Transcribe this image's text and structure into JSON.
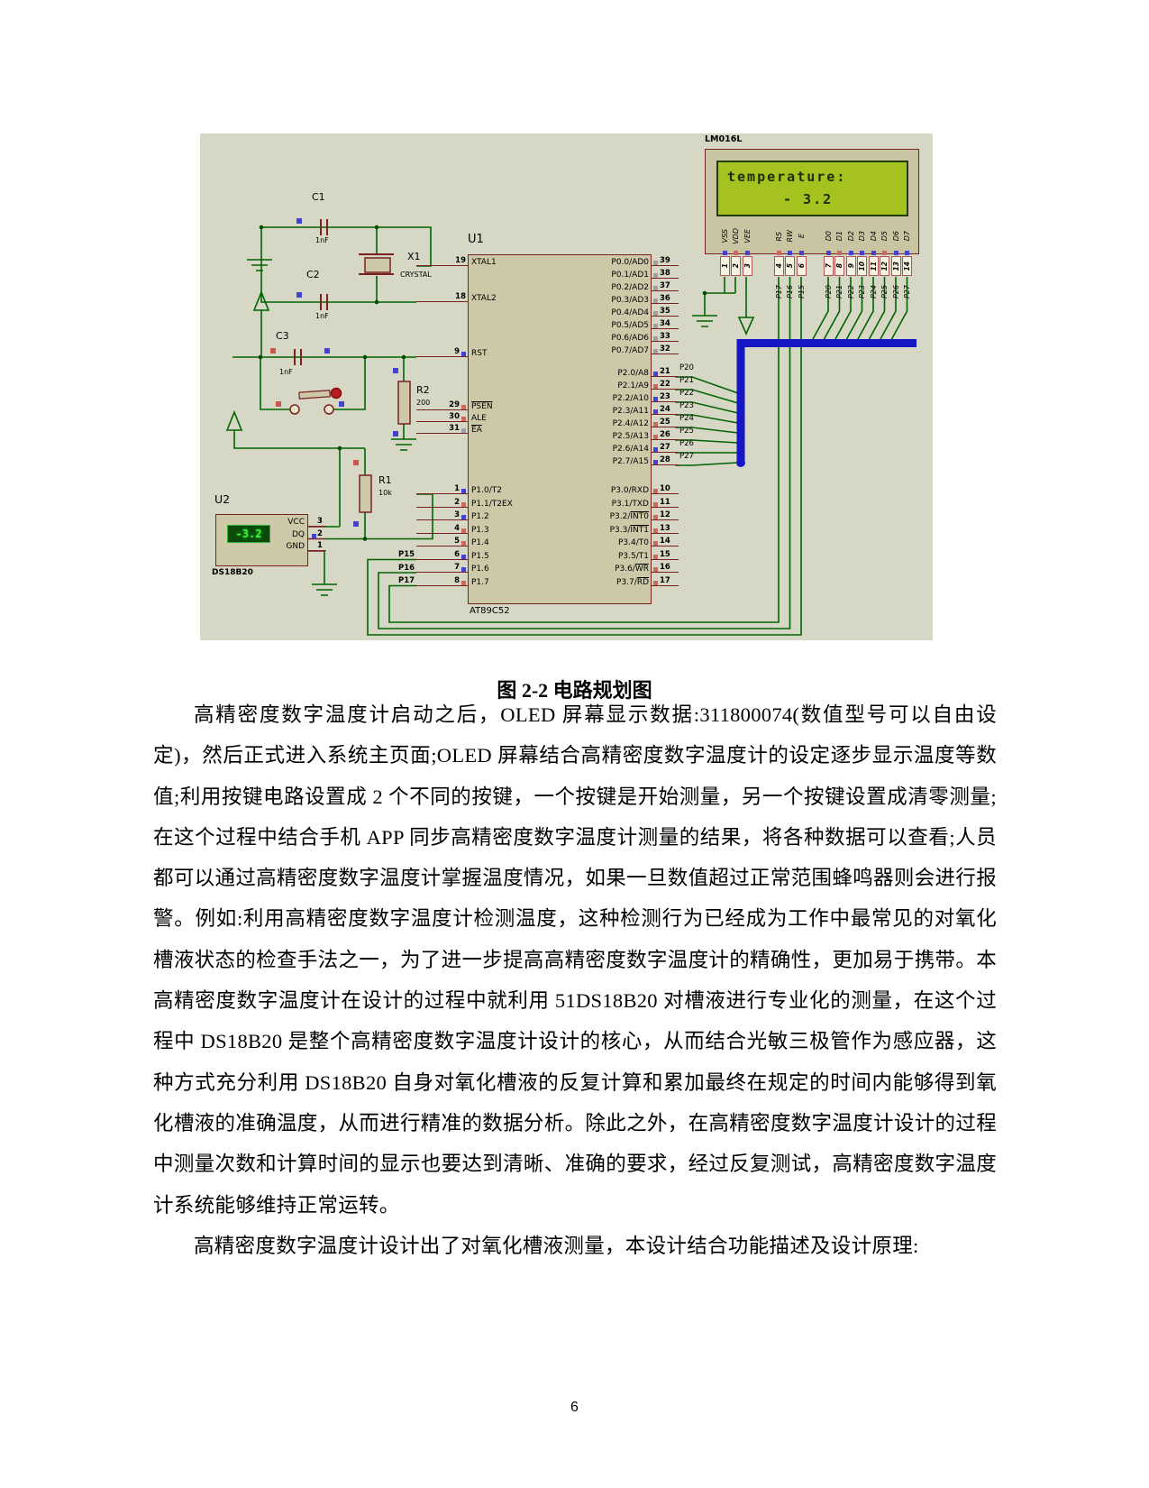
{
  "figure": {
    "caption": "图 2-2 电路规划图",
    "mcu": {
      "ref": "U1",
      "part": "AT89C52",
      "xtal1": {
        "num": "19",
        "name": "XTAL1"
      },
      "xtal2": {
        "num": "18",
        "name": "XTAL2"
      },
      "rst": {
        "num": "9",
        "name": "RST",
        "c": "#4343cf"
      },
      "ctrl_pins": [
        {
          "num": "29",
          "pre": "",
          "ol": "PSEN",
          "c": "#c96a5f"
        },
        {
          "num": "30",
          "pre": "ALE",
          "ol": "",
          "c": "#c96a5f"
        },
        {
          "num": "31",
          "pre": "",
          "ol": "EA",
          "c": "#9f9f9f"
        }
      ],
      "p1_pins": [
        {
          "num": "1",
          "name": "P1.0/T2",
          "c": "#4343cf"
        },
        {
          "num": "2",
          "name": "P1.1/T2EX",
          "c": "#c96a5f"
        },
        {
          "num": "3",
          "name": "P1.2",
          "c": "#4343cf"
        },
        {
          "num": "4",
          "name": "P1.3",
          "c": "#c96a5f"
        },
        {
          "num": "5",
          "name": "P1.4",
          "c": "#c96a5f"
        },
        {
          "num": "6",
          "name": "P1.5",
          "c": "#4343cf"
        },
        {
          "num": "7",
          "name": "P1.6",
          "c": "#4343cf"
        },
        {
          "num": "8",
          "name": "P1.7",
          "c": "#c96a5f"
        }
      ],
      "p0_pins": [
        {
          "num": "39",
          "name": "P0.0/AD0",
          "c": "#9f9f9f"
        },
        {
          "num": "38",
          "name": "P0.1/AD1",
          "c": "#9f9f9f"
        },
        {
          "num": "37",
          "name": "P0.2/AD2",
          "c": "#9f9f9f"
        },
        {
          "num": "36",
          "name": "P0.3/AD3",
          "c": "#9f9f9f"
        },
        {
          "num": "35",
          "name": "P0.4/AD4",
          "c": "#9f9f9f"
        },
        {
          "num": "34",
          "name": "P0.5/AD5",
          "c": "#9f9f9f"
        },
        {
          "num": "33",
          "name": "P0.6/AD6",
          "c": "#9f9f9f"
        },
        {
          "num": "32",
          "name": "P0.7/AD7",
          "c": "#9f9f9f"
        }
      ],
      "p2_pins": [
        {
          "num": "21",
          "name": "P2.0/A8",
          "label": "P20",
          "c": "#4343cf"
        },
        {
          "num": "22",
          "name": "P2.1/A9",
          "label": "P21",
          "c": "#c96a5f"
        },
        {
          "num": "23",
          "name": "P2.2/A10",
          "label": "P22",
          "c": "#4343cf"
        },
        {
          "num": "24",
          "name": "P2.3/A11",
          "label": "P23",
          "c": "#4343cf"
        },
        {
          "num": "25",
          "name": "P2.4/A12",
          "label": "P24",
          "c": "#c96a5f"
        },
        {
          "num": "26",
          "name": "P2.5/A13",
          "label": "P25",
          "c": "#c96a5f"
        },
        {
          "num": "27",
          "name": "P2.6/A14",
          "label": "P26",
          "c": "#4343cf"
        },
        {
          "num": "28",
          "name": "P2.7/A15",
          "label": "P27",
          "c": "#4343cf"
        }
      ],
      "p3_pins": [
        {
          "num": "10",
          "pre": "P3.0/RXD",
          "ol": "",
          "c": "#c96a5f"
        },
        {
          "num": "11",
          "pre": "P3.1/TXD",
          "ol": "",
          "c": "#c96a5f"
        },
        {
          "num": "12",
          "pre": "P3.2/",
          "ol": "INT0",
          "c": "#c96a5f"
        },
        {
          "num": "13",
          "pre": "P3.3/",
          "ol": "INT1",
          "c": "#c96a5f"
        },
        {
          "num": "14",
          "pre": "P3.4/T0",
          "ol": "",
          "c": "#c96a5f"
        },
        {
          "num": "15",
          "pre": "P3.5/T1",
          "ol": "",
          "c": "#c96a5f"
        },
        {
          "num": "16",
          "pre": "P3.6/",
          "ol": "WR",
          "c": "#c96a5f"
        },
        {
          "num": "17",
          "pre": "P3.7/",
          "ol": "RD",
          "c": "#c96a5f"
        }
      ],
      "p1_wire_labels": [
        "P15",
        "P16",
        "P17"
      ]
    },
    "lcd": {
      "ref": "LM016L",
      "line1": "temperature:",
      "line2": "- 3.2",
      "pins_a": [
        {
          "name": "VSS",
          "num": "1",
          "c": "#4343cf"
        },
        {
          "name": "VDD",
          "num": "2",
          "c": "#c96a5f"
        },
        {
          "name": "VEE",
          "num": "3",
          "c": "#4343cf"
        }
      ],
      "pins_b": [
        {
          "name": "RS",
          "num": "4",
          "c": "#c96a5f"
        },
        {
          "name": "RW",
          "num": "5",
          "c": "#4343cf"
        },
        {
          "name": "E",
          "num": "6",
          "c": "#4343cf"
        }
      ],
      "pins_c": [
        {
          "name": "D0",
          "num": "7",
          "c": "#4343cf"
        },
        {
          "name": "D1",
          "num": "8",
          "c": "#c96a5f"
        },
        {
          "name": "D2",
          "num": "9",
          "c": "#4343cf"
        },
        {
          "name": "D3",
          "num": "10",
          "c": "#4343cf"
        },
        {
          "name": "D4",
          "num": "11",
          "c": "#4343cf"
        },
        {
          "name": "D5",
          "num": "12",
          "c": "#c96a5f"
        },
        {
          "name": "D6",
          "num": "13",
          "c": "#4343cf"
        },
        {
          "name": "D7",
          "num": "14",
          "c": "#4343cf"
        }
      ],
      "wire_labels_rs": [
        "P17",
        "P16",
        "P15"
      ],
      "wire_labels_d": [
        "P20",
        "P21",
        "P22",
        "P23",
        "P24",
        "P25",
        "P26",
        "P27"
      ]
    },
    "components": {
      "c1": {
        "ref": "C1",
        "value": "1nF"
      },
      "c2": {
        "ref": "C2",
        "value": "1nF"
      },
      "c3": {
        "ref": "C3",
        "value": "1nF"
      },
      "x1": {
        "ref": "X1",
        "value": "CRYSTAL"
      },
      "r1": {
        "ref": "R1",
        "value": "10k"
      },
      "r2": {
        "ref": "R2",
        "value": "200"
      },
      "u2": {
        "ref": "U2",
        "part": "DS18B20",
        "display": "-3.2",
        "pins": [
          {
            "name": "VCC",
            "num": "3",
            "c": ""
          },
          {
            "name": "DQ",
            "num": "2",
            "c": "#4343cf"
          },
          {
            "name": "GND",
            "num": "1",
            "c": ""
          }
        ]
      }
    }
  },
  "body": {
    "paragraphs": [
      "高精密度数字温度计启动之后，OLED 屏幕显示数据:311800074(数值型号可以自由设定)，然后正式进入系统主页面;OLED 屏幕结合高精密度数字温度计的设定逐步显示温度等数值;利用按键电路设置成 2 个不同的按键，一个按键是开始测量，另一个按键设置成清零测量;在这个过程中结合手机 APP 同步高精密度数字温度计测量的结果，将各种数据可以查看;人员都可以通过高精密度数字温度计掌握温度情况，如果一旦数值超过正常范围蜂鸣器则会进行报警。例如:利用高精密度数字温度计检测温度，这种检测行为已经成为工作中最常见的对氧化槽液状态的检查手法之一，为了进一步提高高精密度数字温度计的精确性，更加易于携带。本高精密度数字温度计在设计的过程中就利用 51DS18B20 对槽液进行专业化的测量，在这个过程中 DS18B20 是整个高精密度数字温度计设计的核心，从而结合光敏三极管作为感应器，这种方式充分利用 DS18B20 自身对氧化槽液的反复计算和累加最终在规定的时间内能够得到氧化槽液的准确温度，从而进行精准的数据分析。除此之外，在高精密度数字温度计设计的过程中测量次数和计算时间的显示也要达到清晰、准确的要求，经过反复测试，高精密度数字温度计系统能够维持正常运转。",
      "高精密度数字温度计设计出了对氧化槽液测量，本设计结合功能描述及设计原理:"
    ]
  },
  "page_number": "6"
}
